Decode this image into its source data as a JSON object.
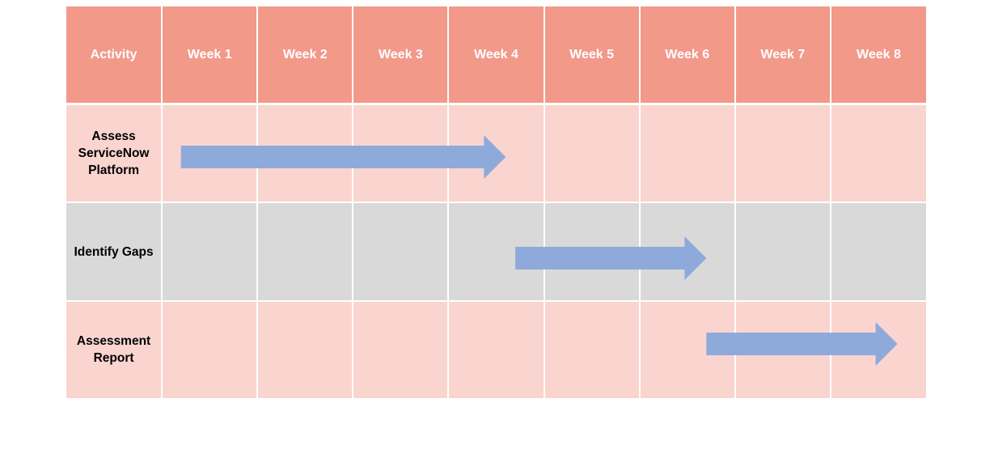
{
  "header": {
    "activity_label": "Activity",
    "weeks": [
      "Week 1",
      "Week 2",
      "Week 3",
      "Week 4",
      "Week 5",
      "Week 6",
      "Week 7",
      "Week 8"
    ]
  },
  "activities": [
    {
      "label": "Assess\nServiceNow\nPlatform",
      "start_week": 1.2,
      "end_week": 4.6
    },
    {
      "label": "Identify Gaps",
      "start_week": 4.7,
      "end_week": 6.7
    },
    {
      "label": "Assessment\nReport",
      "start_week": 6.7,
      "end_week": 8.7
    }
  ],
  "colors": {
    "header_bg": "#f2998a",
    "header_text": "#ffffff",
    "row_pink": "#fad4ce",
    "row_grey": "#d9d9d9",
    "arrow": "#8eaadb"
  }
}
